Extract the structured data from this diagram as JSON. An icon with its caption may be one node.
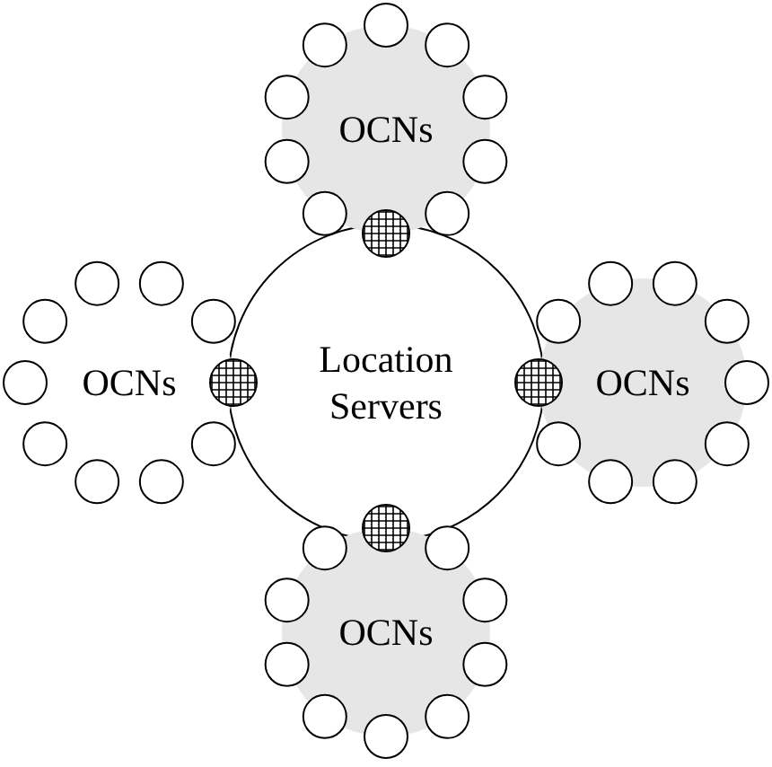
{
  "diagram": {
    "nodes": [
      {
        "text": [
          "OCNs"
        ]
      },
      {
        "text": [
          "OCNs"
        ]
      },
      {
        "text": [
          "Location Servers"
        ]
      },
      {
        "text": [
          "OCNs"
        ]
      },
      {
        "text": [
          "OCNs"
        ]
      }
    ]
  }
}
